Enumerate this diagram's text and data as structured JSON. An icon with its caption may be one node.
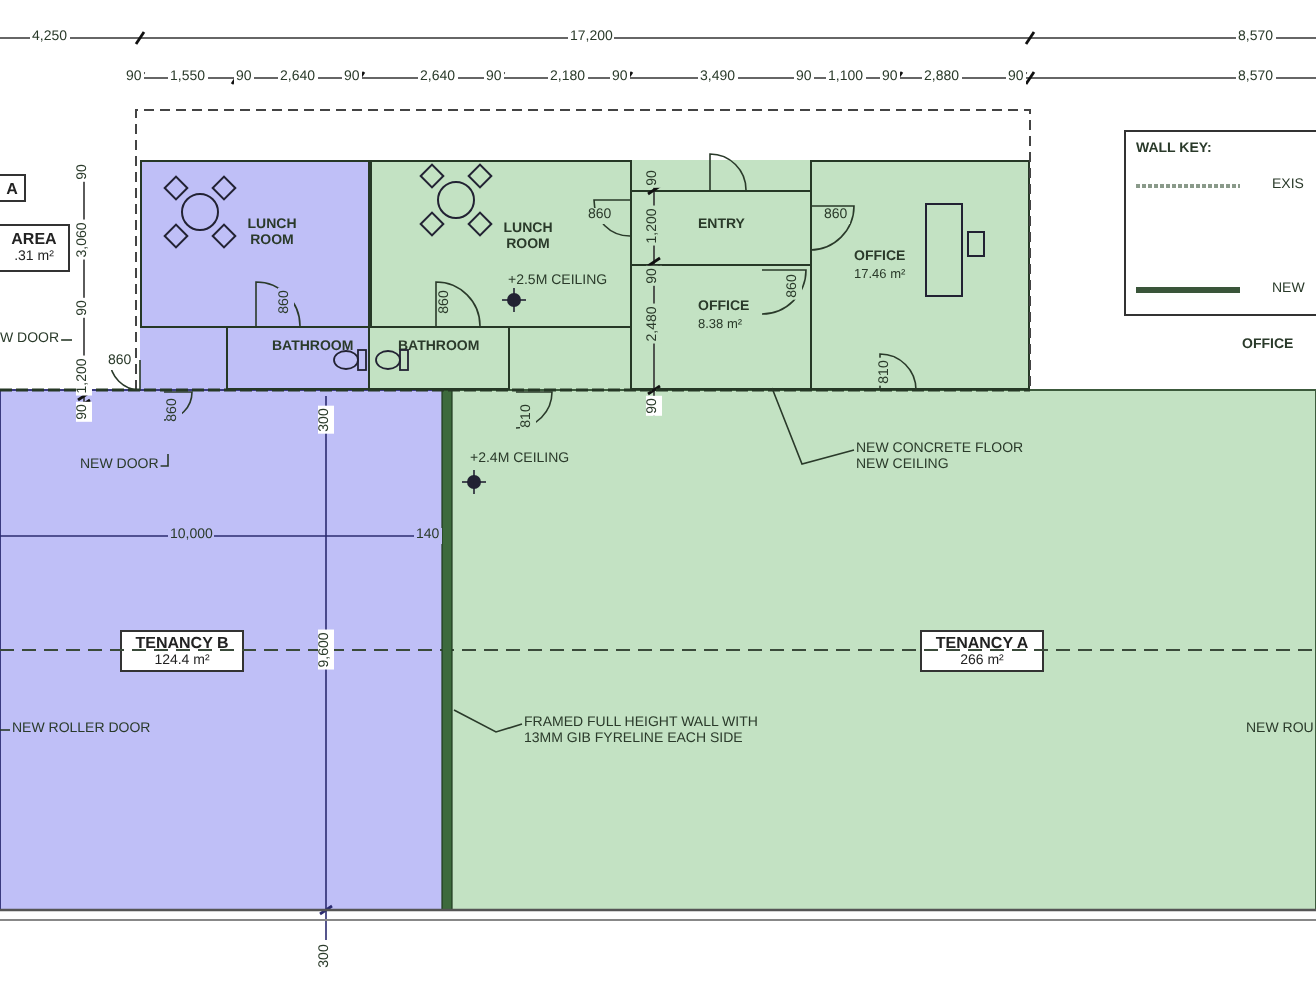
{
  "diagram": {
    "nodes": [
      {
        "text": [
          "A"
        ]
      },
      {
        "text": [
          "AREA",
          ".31 m²"
        ]
      },
      {
        "text": [
          "LUNCH ROOM"
        ]
      },
      {
        "text": [
          "BATHROOM"
        ]
      },
      {
        "text": [
          "LUNCH ROOM"
        ]
      },
      {
        "text": [
          "BATHROOM"
        ]
      },
      {
        "text": [
          "ENTRY"
        ]
      },
      {
        "text": [
          "OFFICE",
          "8.38 m²"
        ]
      },
      {
        "text": [
          "OFFICE",
          "17.46 m²"
        ]
      },
      {
        "text": [
          "TENANCY B",
          "124.4 m²"
        ]
      },
      {
        "text": [
          "TENANCY A",
          "266 m²"
        ]
      },
      {
        "text": [
          "W DOOR"
        ]
      },
      {
        "text": [
          "NEW DOOR"
        ]
      },
      {
        "text": [
          "NEW CONCRETE FLOOR NEW CEILING"
        ]
      },
      {
        "text": [
          "FRAMED FULL HEIGHT WALL WITH 13MM GIB FYRELINE EACH SIDE"
        ]
      },
      {
        "text": [
          "NEW ROLLER DOOR"
        ]
      }
    ],
    "edges": [
      {
        "from": 11,
        "to": null,
        "arrow": "none"
      },
      {
        "from": 12,
        "to": null,
        "arrow": "none"
      },
      {
        "from": 13,
        "to": 7,
        "arrow": "none"
      },
      {
        "from": 14,
        "to": null,
        "arrow": "none"
      },
      {
        "from": 15,
        "to": null,
        "arrow": "none"
      }
    ],
    "labels": [
      "4,250",
      "17,200",
      "8,570",
      "90",
      "1,550",
      "90",
      "2,640",
      "90",
      "2,640",
      "90",
      "2,180",
      "90",
      "3,490",
      "90",
      "1,100",
      "90",
      "2,880",
      "90",
      "8,570",
      "WALL KEY:",
      "90",
      "3,060",
      "90",
      "1,200",
      "90",
      "90",
      "860",
      "1,200",
      "860",
      "+2.5M CEILING",
      "90",
      "860",
      "860",
      "860",
      "2,480",
      "860",
      "810",
      "OFFICE",
      "90",
      "860",
      "300",
      "810",
      "+2.4M CEILING",
      "10,000",
      "140",
      "9,600",
      "NEW ROU",
      "300"
    ],
    "legend": [
      {
        "text": "EXIS"
      },
      {
        "text": "NEW"
      }
    ]
  }
}
